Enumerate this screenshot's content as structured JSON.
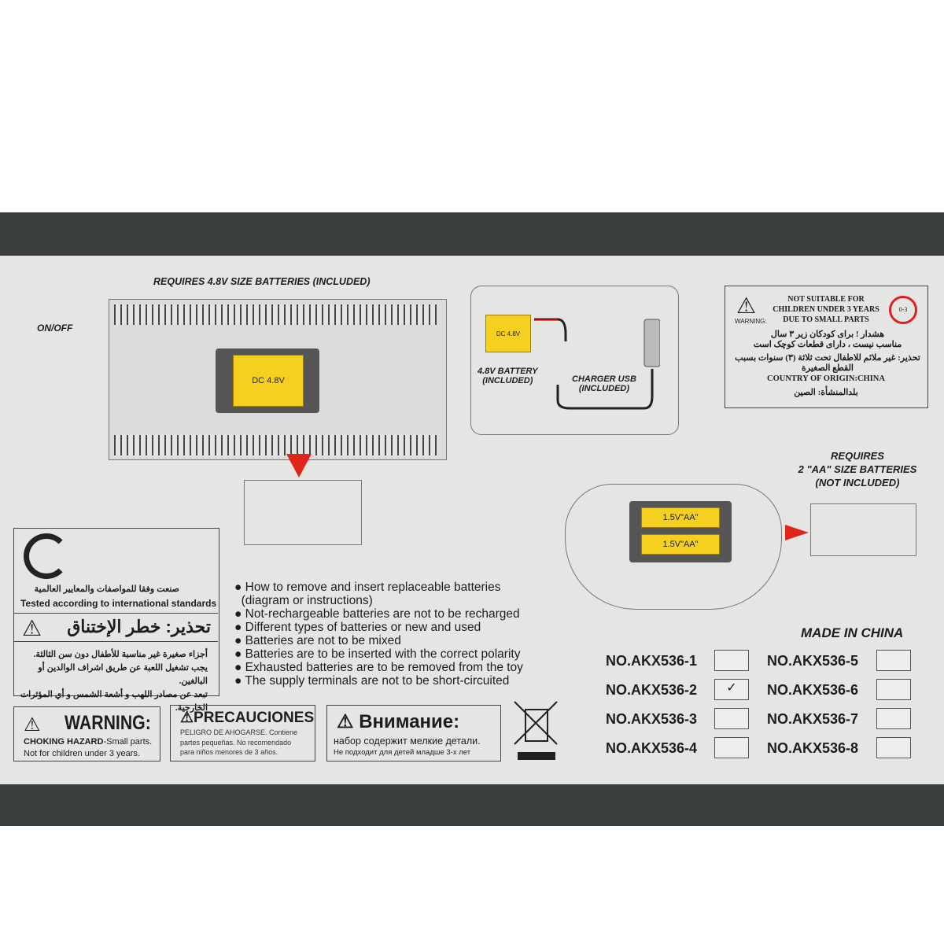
{
  "battery_diagram": {
    "title": "REQUIRES 4.8V SIZE BATTERIES (INCLUDED)",
    "on_off": "ON/OFF",
    "battery_label": "DC 4.8V"
  },
  "charger": {
    "battery_label": "DC 4.8V",
    "battery_caption": "4.8V BATTERY\n(INCLUDED)",
    "usb_caption": "CHARGER USB\n(INCLUDED)"
  },
  "age_warning": {
    "warning": "WARNING:",
    "lines": [
      "NOT SUITABLE FOR",
      "CHILDREN UNDER 3 YEARS",
      "DUE TO SMALL PARTS"
    ],
    "badge": "0-3",
    "farsi": [
      "هشدار ! برای کودکان زیر ۳ سال",
      "مناسب نیست ، دارای قطعات کوچک است"
    ],
    "arabic": "تحذير: غير ملائم للاطفال تحت ثلاثة (٣) سنوات بسبب القطع الصغيرة",
    "origin": "COUNTRY OF ORIGIN:CHINA",
    "origin_ar": "بلدالمنشأة: الصين"
  },
  "controller": {
    "requires": [
      "REQUIRES",
      "2 \"AA\" SIZE BATTERIES",
      "(NOT INCLUDED)"
    ],
    "aa_label": "1.5V\"AA\""
  },
  "standards": {
    "arabic": "صنعت وفقا للمواصفات والمعايير العالمية",
    "english": "Tested according to international standards",
    "warning_ar": "تحذير: خطر الإختناق",
    "bullets_ar": [
      "أجزاء صغيرة غير مناسبة للأطفال دون سن الثالثة.",
      "يجب تشغيل اللعبة عن طريق اشراف الوالدين أو البالغين.",
      "تبعد عن مصادر اللهب و أشعة الشمس و أي المؤثرات الخارجية."
    ]
  },
  "instructions": [
    "How to remove and insert replaceable batteries",
    "(diagram or instructions)",
    "Not-rechargeable batteries are not to be recharged",
    "Different types of batteries or new and used",
    "Batteries are not to be mixed",
    "Batteries are to be inserted with the correct polarity",
    "Exhausted batteries are to be removed from the toy",
    "The supply terminals are not to be short-circuited"
  ],
  "warnings": {
    "en_title": "WARNING:",
    "en_hazard": "CHOKING HAZARD",
    "en_small": "-Small parts.",
    "en_line2": "Not for children under 3 years.",
    "es_title": "PRECAUCIONES",
    "es_text": [
      "PELIGRO DE AHOGARSE. Contiene",
      "partes pequeñas. No recomendado",
      "para niños menores de 3 años."
    ],
    "ru_title": "Внимание:",
    "ru_line1": "набор содержит мелкие детали.",
    "ru_line2": "Не подходит для детей младше 3-х лет"
  },
  "made_in": "MADE IN CHINA",
  "models": [
    {
      "no": "NO.AKX536-1",
      "checked": false
    },
    {
      "no": "NO.AKX536-2",
      "checked": true
    },
    {
      "no": "NO.AKX536-3",
      "checked": false
    },
    {
      "no": "NO.AKX536-4",
      "checked": false
    },
    {
      "no": "NO.AKX536-5",
      "checked": false
    },
    {
      "no": "NO.AKX536-6",
      "checked": false
    },
    {
      "no": "NO.AKX536-7",
      "checked": false
    },
    {
      "no": "NO.AKX536-8",
      "checked": false
    }
  ],
  "colors": {
    "band": "#3a3e3b",
    "panel": "#e5e5e3",
    "battery": "#f6d020",
    "arrow": "#e0261b"
  }
}
